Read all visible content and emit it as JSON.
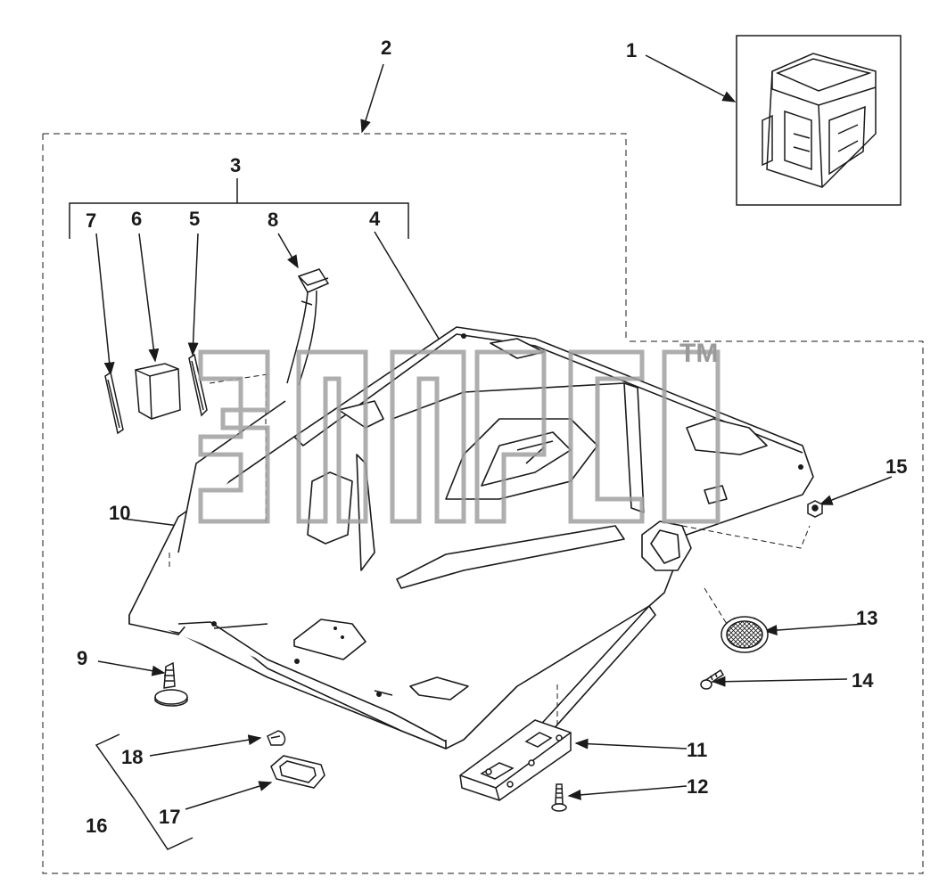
{
  "callouts": {
    "c1": "1",
    "c2": "2",
    "c3": "3",
    "c4": "4",
    "c5": "5",
    "c6": "6",
    "c7": "7",
    "c8": "8",
    "c9": "9",
    "c10": "10",
    "c11": "11",
    "c12": "12",
    "c13": "13",
    "c14": "14",
    "c15": "15",
    "c16": "16",
    "c17": "17",
    "c18": "18"
  },
  "watermark": {
    "mark": "TM"
  },
  "colors": {
    "line": "#1a1a1a",
    "watermark": "#a0a0a0",
    "background": "#ffffff"
  }
}
